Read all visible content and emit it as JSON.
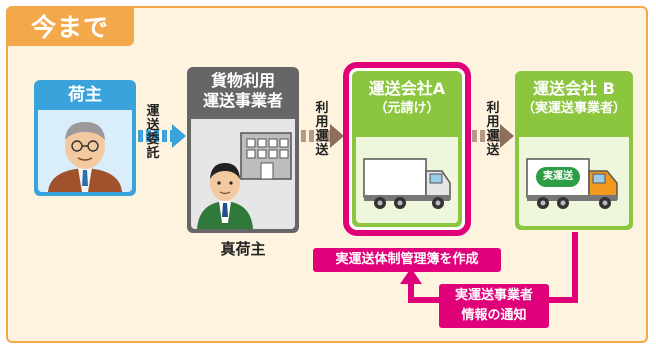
{
  "section_tab": "今まで",
  "shipper": {
    "title": "荷主"
  },
  "forwarder": {
    "title_line1": "貨物利用",
    "title_line2": "運送事業者",
    "caption": "真荷主"
  },
  "company_a": {
    "title_line1": "運送会社A",
    "title_line2": "（元請け）"
  },
  "company_b": {
    "title_line1": "運送会社 B",
    "title_line2": "（実運送事業者）",
    "truck_badge": "実運送"
  },
  "arrows": {
    "consign": "運送委託",
    "use1": "利用運送",
    "use2": "利用運送"
  },
  "notes": {
    "ledger": "実運送体制管理簿を作成",
    "notice_line1": "実運送事業者",
    "notice_line2": "情報の通知"
  },
  "colors": {
    "shipper": "#3aa3dc",
    "forwarder": "#666666",
    "company": "#8cc63f",
    "accent": "#e0007a",
    "panel": "#fdf3df",
    "tab": "#f3a84a"
  }
}
